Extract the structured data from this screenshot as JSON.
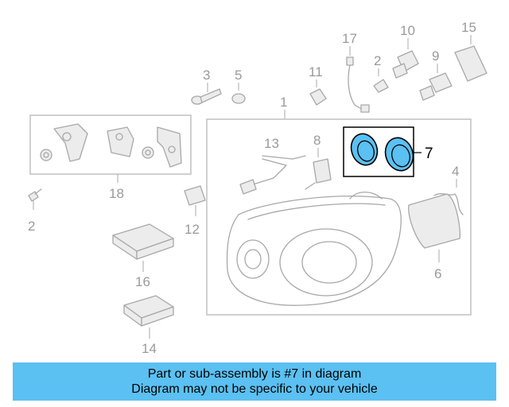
{
  "callouts": {
    "c1": "1",
    "c2a": "2",
    "c2b": "2",
    "c3": "3",
    "c4": "4",
    "c5": "5",
    "c6": "6",
    "c7": "7",
    "c8": "8",
    "c9": "9",
    "c10": "10",
    "c11": "11",
    "c12": "12",
    "c13": "13",
    "c14": "14",
    "c15": "15",
    "c16": "16",
    "c17": "17",
    "c18": "18"
  },
  "highlight": {
    "part_number": "7",
    "color": "#5bc0f2"
  },
  "banner": {
    "line1": "Part or sub-assembly is #7 in diagram",
    "line2": "Diagram may not be specific to your vehicle",
    "background": "#5bc0f2"
  }
}
